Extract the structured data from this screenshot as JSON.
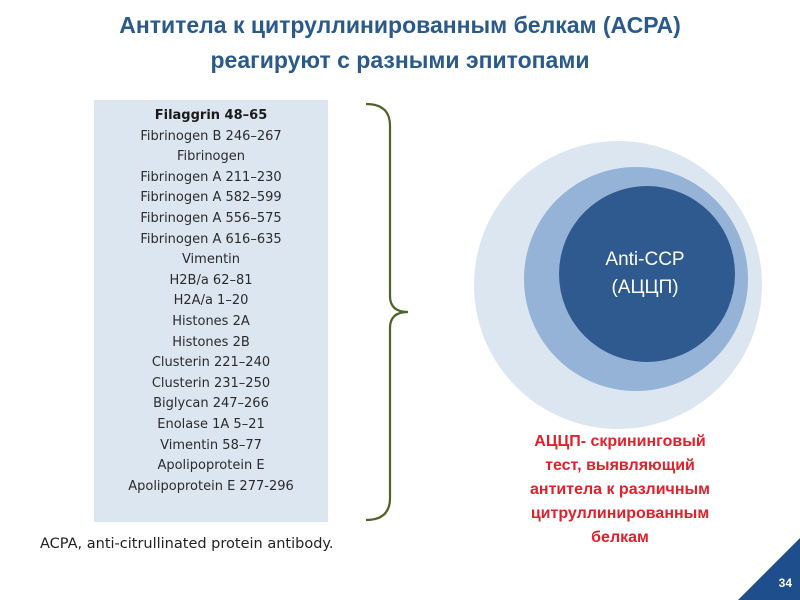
{
  "slide": {
    "title_line1": "Антитела к цитруллинированным белкам (АСРА)",
    "title_line2": "реагируют с разными эпитопами",
    "epitopes": [
      "Filaggrin 48–65",
      "Fibrinogen B 246–267",
      "Fibrinogen",
      "Fibrinogen A 211–230",
      "Fibrinogen A 582–599",
      "Fibrinogen A 556–575",
      "Fibrinogen A 616–635",
      "Vimentin",
      "H2B/a 62–81",
      "H2A/a 1–20",
      "Histones 2A",
      "Histones 2B",
      "Clusterin 221–240",
      "Clusterin 231–250",
      "Biglycan 247–266",
      "Enolase 1A 5–21",
      "Vimentin 58–77",
      "Apolipoprotein E",
      "Apolipoprotein E 277-296"
    ],
    "footnote": "ACPA, anti-citrullinated protein antibody.",
    "circle_label_line1": "Anti-CCP",
    "circle_label_line2": "(АЦЦП)",
    "description_lines": [
      "АЦЦП- скрининговый",
      "тест, выявляющий",
      "антитела к различным",
      "цитруллинированным",
      "белкам"
    ],
    "page_number": "34"
  },
  "colors": {
    "title": "#2a5a8a",
    "panel": "#dce6f1",
    "brace": "#4f6228",
    "circle_outer": "#dce6f1",
    "circle_middle": "#95b3d7",
    "circle_inner": "#2f5a8f",
    "description": "#e0202a",
    "corner": "#1f4e8c"
  }
}
